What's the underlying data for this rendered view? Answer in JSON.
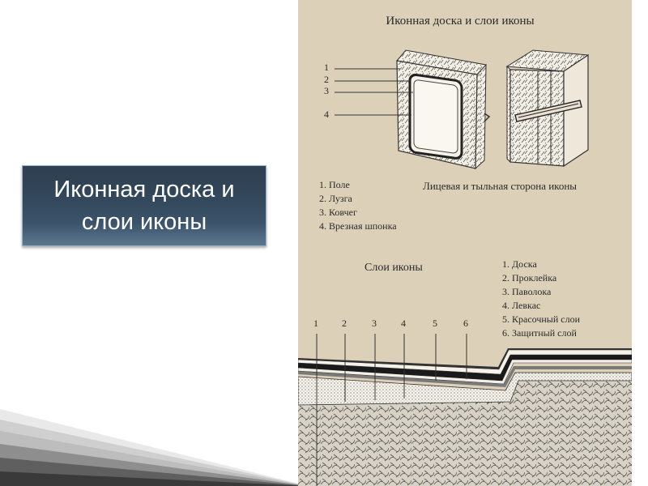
{
  "slide_title": "Иконная доска и слои иконы",
  "diagram": {
    "title": "Иконная доска и слои иконы",
    "board_caption": "Лицевая и тыльная сторона иконы",
    "board_callouts": [
      "1",
      "2",
      "3",
      "4"
    ],
    "board_legend": [
      "1. Поле",
      "2. Лузга",
      "3. Ковчег",
      "4. Врезная шпонка"
    ],
    "layers_caption": "Слои иконы",
    "layers_legend": [
      "1. Доска",
      "2. Проклейка",
      "3. Паволока",
      "4. Левкас",
      "5. Красочный слои",
      "6. Защитный слой"
    ],
    "layer_numbers": [
      "1",
      "2",
      "3",
      "4",
      "5",
      "6"
    ]
  }
}
